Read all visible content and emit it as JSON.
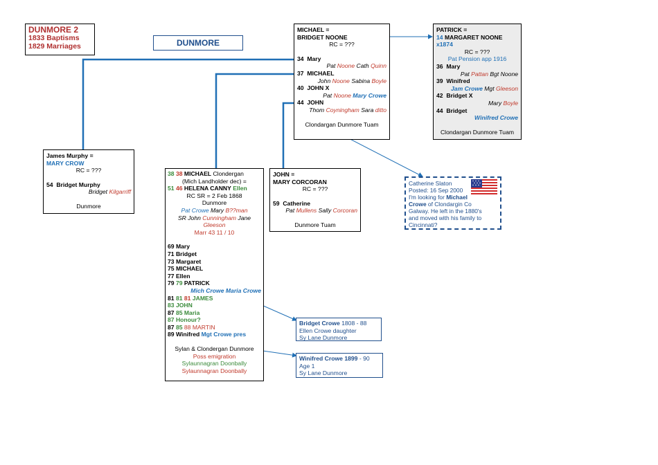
{
  "title_box": {
    "line1": "DUNMORE  2",
    "line2": "1833  Baptisms",
    "line3": "1829  Marriages"
  },
  "place_label": "DUNMORE",
  "michael_box": {
    "h1": "MICHAEL  =",
    "h2": "BRIDGET NOONE",
    "rc": "RC = ???",
    "c1_num": "34",
    "c1_name": "Mary",
    "c1_sp_a": "Pat ",
    "c1_sp_b": "Noone",
    "c1_sp_c": " Cath ",
    "c1_sp_d": "Quinn",
    "c2_num": "37",
    "c2_name": "MICHAEL",
    "c2_sp_a": "John ",
    "c2_sp_b": "Noone",
    "c2_sp_c": " Sabina ",
    "c2_sp_d": "Boyle",
    "c3_num": "40",
    "c3_name": "JOHN X",
    "c3_sp_a": "Pat ",
    "c3_sp_b": "Noone",
    "c3_sp_c": " Mary Crowe",
    "c4_num": "44",
    "c4_name": "JOHN",
    "c4_sp_a": "Thom ",
    "c4_sp_b": "Coyningham",
    "c4_sp_c": " Sara ",
    "c4_sp_d": "ditto",
    "place": "Clondargan Dunmore Tuam"
  },
  "patrick_box": {
    "h1": "PATRICK  =",
    "h2_num": "14",
    "h2_name": " MARGARET NOONE",
    "h3": "x1874",
    "rc": "RC = ???",
    "pension": "Pat Pension app 1916",
    "c1_num": "36",
    "c1_name": "Mary",
    "c1_sp_a": "Pat ",
    "c1_sp_b": "Pattan",
    "c1_sp_c": " Bgt Noone",
    "c2_num": "39",
    "c2_name": "Winifred",
    "c2_sp_a": "Jam Crowe",
    "c2_sp_b": " Mgt ",
    "c2_sp_c": "Gleeson",
    "c3_num": "42",
    "c3_name": "Bridget  X",
    "c3_sp_a": "Mary ",
    "c3_sp_b": "Boyle",
    "c4_num": "44",
    "c4_name": "Bridget",
    "c4_sp": "Winifred Crowe",
    "place": "Clondargan Dunmore  Tuam"
  },
  "james_box": {
    "h1": "James Murphy  =",
    "h2": "MARY CROW",
    "rc": "RC = ???",
    "c1_num": "54",
    "c1_name": "Bridget Murphy",
    "c1_sp_a": "Bridget ",
    "c1_sp_b": "Kilgarriff",
    "place": "Dunmore"
  },
  "michael2_box": {
    "h1_g": "38",
    "h1_r": "38",
    "h1_name": "MICHAEL",
    "h1_rest": " Clondergan",
    "h2": "(Mich Landholder dec) =",
    "h3_g": "51",
    "h3_r": "46",
    "h3_name": "HELENA CANNY",
    "h3_ellen": "Ellen",
    "rc": "RC SR = 2 Feb 1868",
    "loc": "Dunmore",
    "sp1_a": "Pat Crowe",
    "sp1_b": " Mary ",
    "sp1_c": "B??man",
    "sp2_a": "SR John ",
    "sp2_b": "Cunningham",
    "sp2_c": " Jane",
    "sp3": "Gleeson",
    "marr": "Marr 43  11 / 10",
    "k1": "69  Mary",
    "k2": "71  Bridget",
    "k3": "73  Margaret",
    "k4": "75  MICHAEL",
    "k5": "77  Ellen",
    "k6_a": "79 ",
    "k6_b": "79",
    "k6_c": " PATRICK",
    "k6_sp": "Mich Crowe Maria Crowe",
    "k7_a": "81 ",
    "k7_b": "81",
    "k7_c": " 81",
    "k7_d": " JAMES",
    "k8": "83  JOHN",
    "k9_a": "87 ",
    "k9_b": "85 Maria",
    "k10": "87  Honour?",
    "k11_a": "87 ",
    "k11_b": "85",
    "k11_c": " 88 MARTIN",
    "k12_a": "89  Winifred  ",
    "k12_b": "Mgt Crowe pres",
    "place1": "Sylan & Clondergan  Dunmore",
    "place2": "Poss emigration",
    "place3": "Sylaunnagran Doonbally",
    "place4": "Sylaunnagran Doonbally"
  },
  "john_box": {
    "h1": "JOHN =",
    "h2": "MARY CORCORAN",
    "rc": "RC = ???",
    "c1_num": "59",
    "c1_name": "Catherine",
    "c1_sp_a": "Pat ",
    "c1_sp_b": "Mullens",
    "c1_sp_c": " Sally ",
    "c1_sp_d": "Corcoran",
    "place": "Dunmore  Tuam"
  },
  "message": {
    "l1": "Catherine Slaton",
    "l2": "Posted: 16 Sep 2000",
    "l3": "I'm looking for ",
    "l3b": "Michael",
    "l4b": "Crowe",
    "l4": " of Clondargin  Co",
    "l5": "Galway. He left in the 1880's",
    "l6": "and moved with his family to",
    "l7": "Cincinnati?"
  },
  "note_bridget": {
    "name": "Bridget Crowe",
    "years": " 1808 - 88",
    "l2": "Ellen Crowe daughter",
    "l3": "Sy Lane Dunmore"
  },
  "note_winifred": {
    "name": "Winifred Crowe 1899",
    "years": " - 90",
    "l2": "Age 1",
    "l3": "Sy Lane Dunmore"
  },
  "colors": {
    "connector": "#1f6fb5",
    "red": "#c0392b",
    "blue": "#1f6fb5",
    "green": "#3a8a3a",
    "title_red": "#b03030"
  }
}
